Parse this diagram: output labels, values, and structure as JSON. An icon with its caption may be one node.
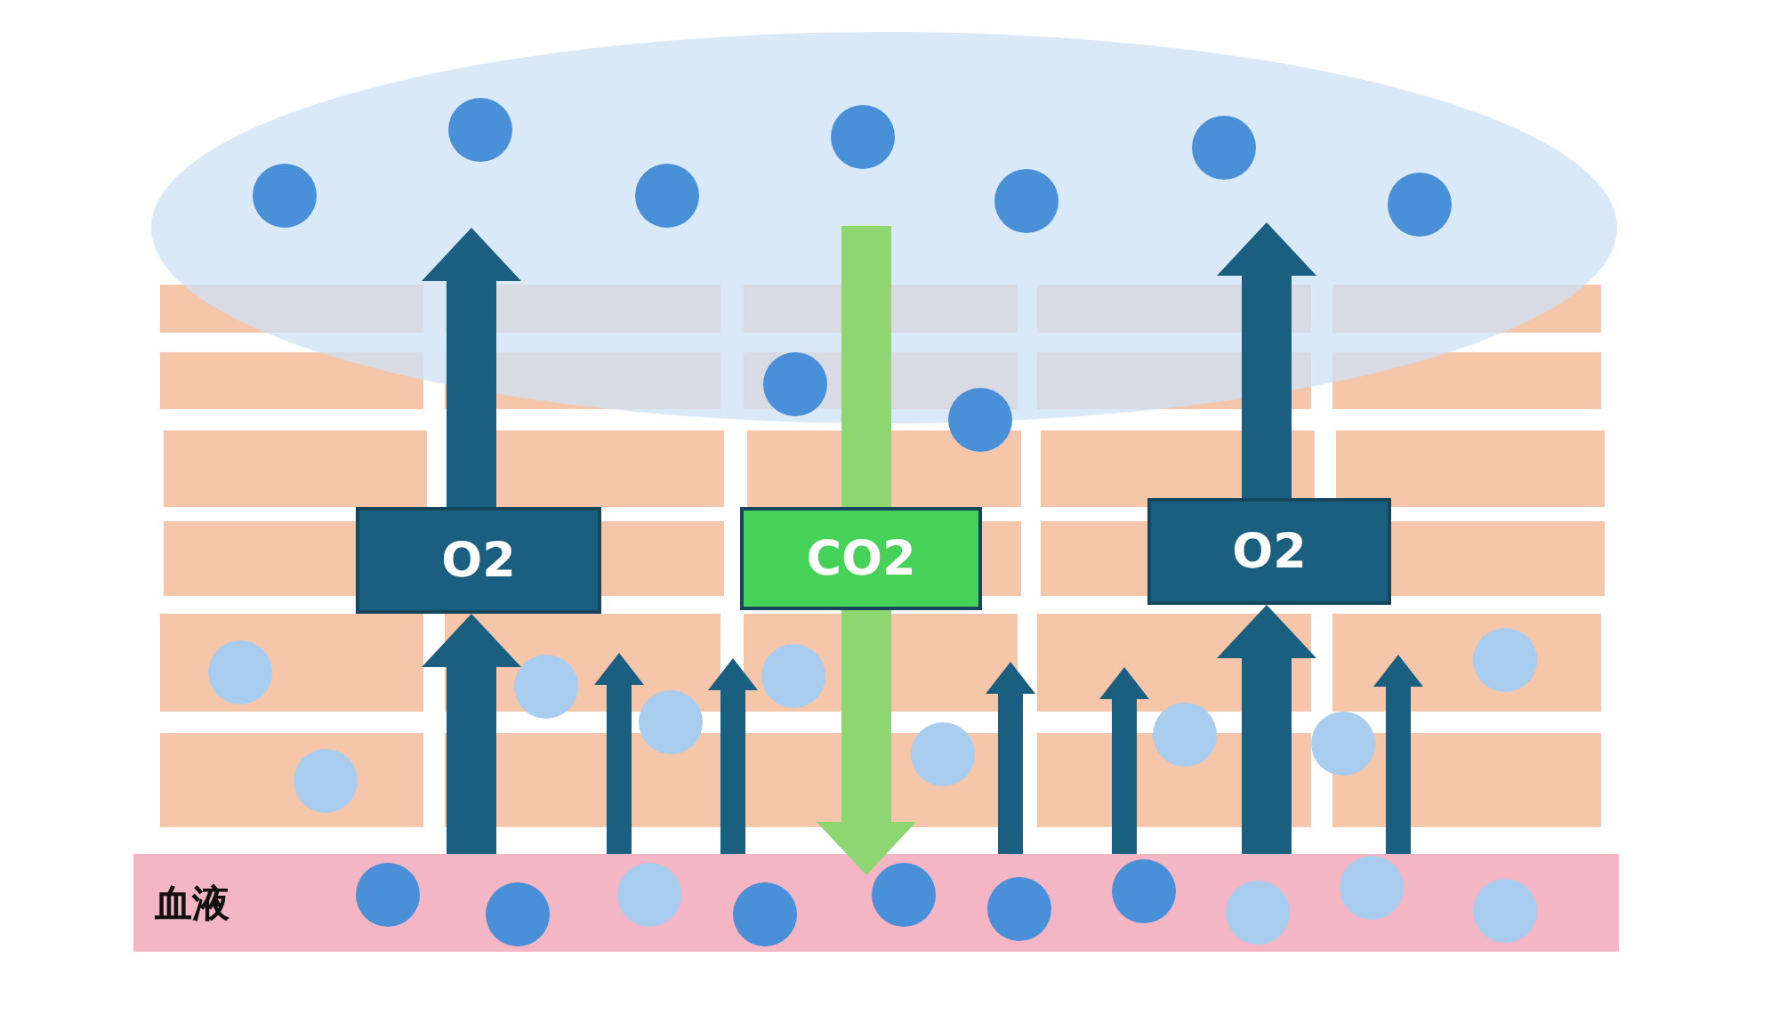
{
  "diagram": {
    "nodes": [
      {
        "text": [],
        "shape": "ellipse"
      },
      {
        "text": [
          "O2"
        ]
      },
      {
        "text": [
          "CO2"
        ]
      },
      {
        "text": [
          "O2"
        ]
      },
      {
        "text": [
          "血液"
        ]
      }
    ],
    "edges": [
      {
        "from": 4,
        "to": 1,
        "arrow": "to",
        "style": "thick"
      },
      {
        "from": 1,
        "to": 0,
        "arrow": "to",
        "style": "thick"
      },
      {
        "from": 0,
        "to": 2,
        "arrow": "none",
        "style": "thick",
        "color": "#8ed672"
      },
      {
        "from": 2,
        "to": 4,
        "arrow": "to",
        "style": "thick",
        "color": "#8ed672"
      },
      {
        "from": 4,
        "to": 3,
        "arrow": "to",
        "style": "thick"
      },
      {
        "from": 3,
        "to": 0,
        "arrow": "to",
        "style": "thick"
      },
      {
        "from": 4,
        "to": null,
        "arrow": "to"
      },
      {
        "from": 4,
        "to": null,
        "arrow": "to"
      },
      {
        "from": 4,
        "to": null,
        "arrow": "to"
      },
      {
        "from": 4,
        "to": null,
        "arrow": "to"
      },
      {
        "from": 4,
        "to": null,
        "arrow": "to"
      }
    ]
  }
}
